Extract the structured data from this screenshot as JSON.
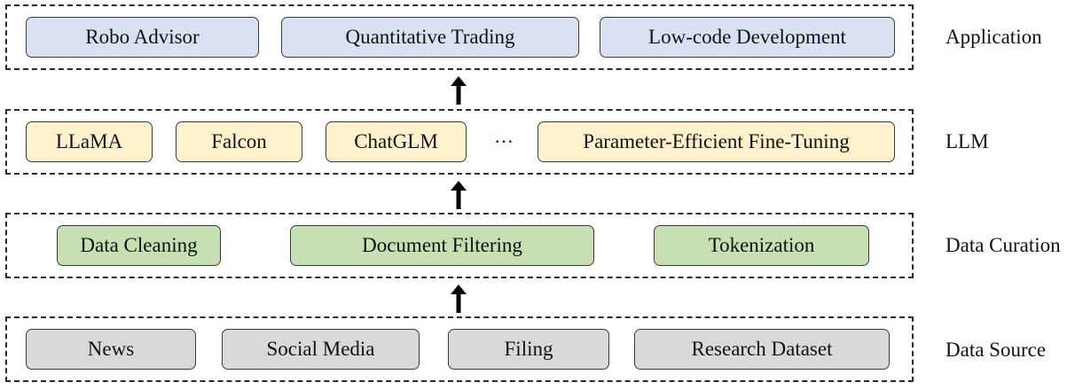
{
  "layers": [
    {
      "label": "Application",
      "items": [
        "Robo Advisor",
        "Quantitative Trading",
        "Low-code Development"
      ]
    },
    {
      "label": "LLM",
      "items": [
        "LLaMA",
        "Falcon",
        "ChatGLM",
        "Parameter-Efficient Fine-Tuning"
      ],
      "ellipsis": "···"
    },
    {
      "label": "Data Curation",
      "items": [
        "Data Cleaning",
        "Document Filtering",
        "Tokenization"
      ]
    },
    {
      "label": "Data Source",
      "items": [
        "News",
        "Social Media",
        "Filing",
        "Research Dataset"
      ]
    }
  ],
  "colors": {
    "application": "#d9e1f2",
    "llm": "#fff2cc",
    "data_curation": "#c6e0b4",
    "data_source": "#d9d9d9"
  }
}
